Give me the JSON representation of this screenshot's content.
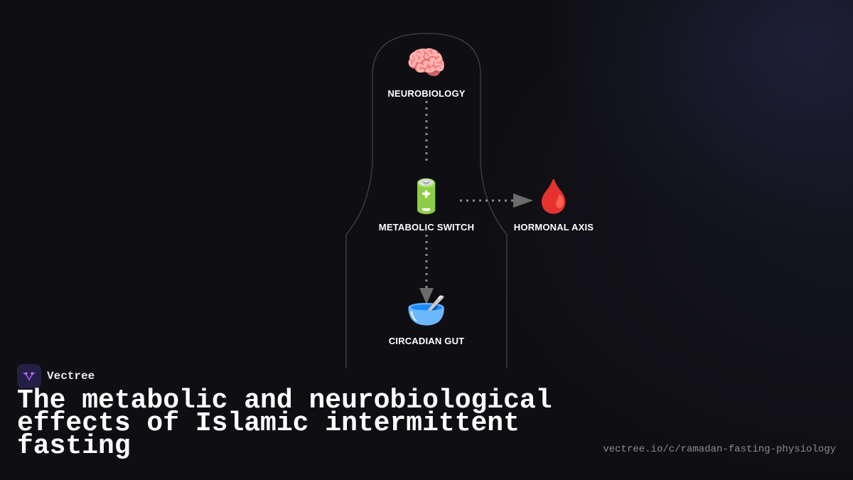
{
  "diagram": {
    "nodes": [
      {
        "id": "neuro",
        "emoji": "🧠",
        "label": "NEUROBIOLOGY"
      },
      {
        "id": "metabolic",
        "emoji": "🔋",
        "label": "METABOLIC SWITCH"
      },
      {
        "id": "hormonal",
        "emoji": "🩸",
        "label": "HORMONAL AXIS"
      },
      {
        "id": "circadian",
        "emoji": "🥣",
        "label": "CIRCADIAN GUT"
      }
    ],
    "edges": [
      {
        "from": "NEUROBIOLOGY",
        "to": "METABOLIC SWITCH",
        "style": "dotted",
        "arrow": false
      },
      {
        "from": "METABOLIC SWITCH",
        "to": "HORMONAL AXIS",
        "style": "dotted",
        "arrow": true
      },
      {
        "from": "METABOLIC SWITCH",
        "to": "CIRCADIAN GUT",
        "style": "dotted",
        "arrow": true
      }
    ]
  },
  "brand": {
    "name": "Vectree",
    "logo_icon": "vectree-logo-icon"
  },
  "title": "The metabolic and neurobiological effects of Islamic intermittent fasting",
  "url": "vectree.io/c/ramadan-fasting-physiology",
  "colors": {
    "background": "#0f0f13",
    "edge": "#8a8a8a",
    "arrowhead": "#6b6b6b",
    "outline": "#3a3a40",
    "logo_bg": "#241f45",
    "logo_accent": "#9b5cf0"
  }
}
